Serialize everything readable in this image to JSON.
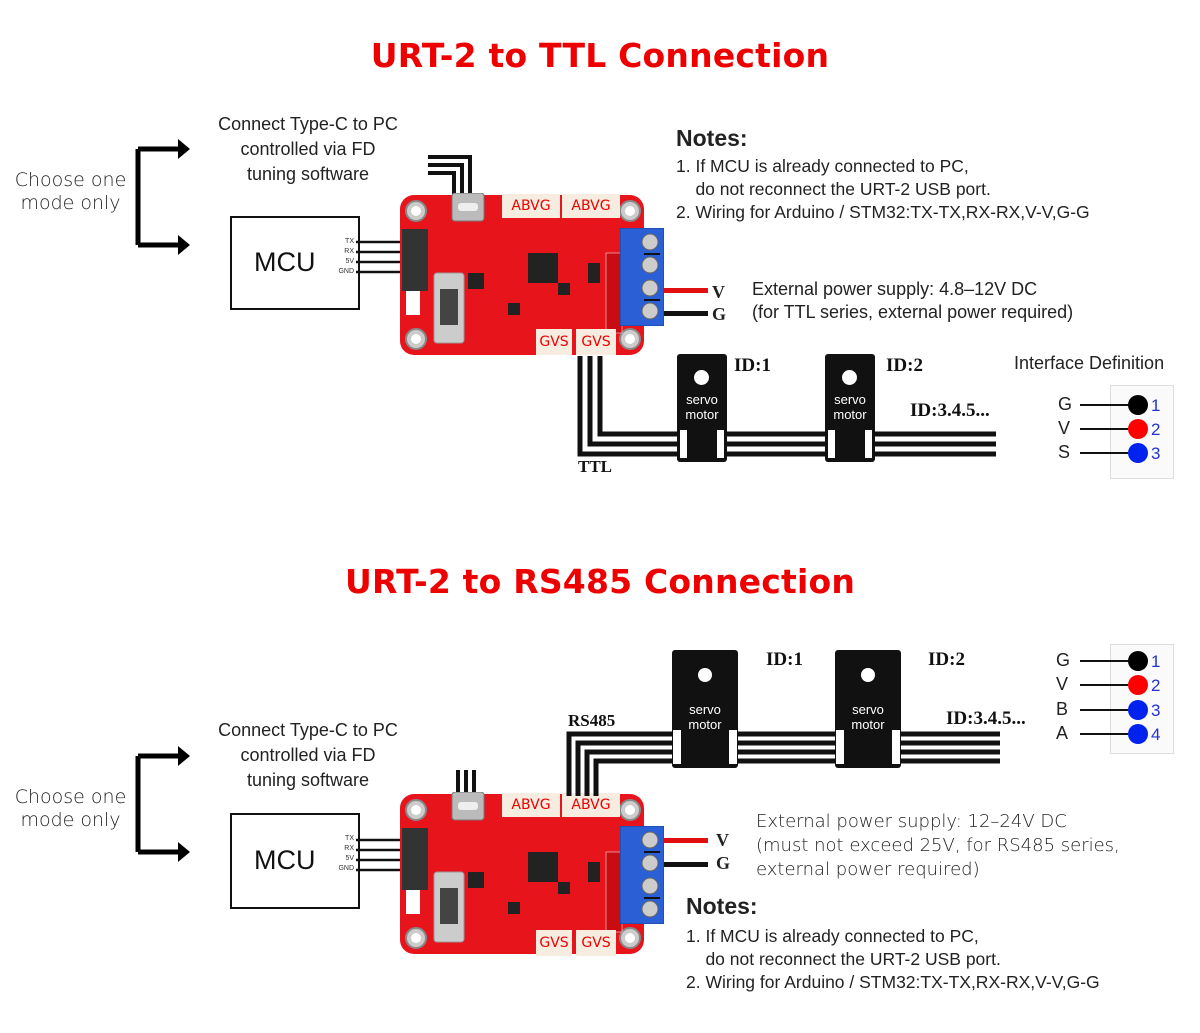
{
  "sections": [
    {
      "id": "ttl",
      "title": "URT-2 to TTL Connection",
      "choose_mode": [
        "Choose one",
        "mode only"
      ],
      "typec_text": [
        "Connect Type-C to PC",
        "controlled via FD",
        "tuning software"
      ],
      "mcu": {
        "label": "MCU",
        "pins": [
          "TX",
          "RX",
          "5V",
          "GND"
        ]
      },
      "board": {
        "name": "URT-2",
        "top_connectors": [
          "ABVG",
          "ABVG"
        ],
        "bottom_connectors": [
          "GVS",
          "GVS"
        ]
      },
      "power_wires": [
        {
          "label": "V",
          "color": "#e01010"
        },
        {
          "label": "G",
          "color": "#111111"
        }
      ],
      "power_text": [
        "External power supply: 4.8–12V DC",
        "(for TTL series, external power required)"
      ],
      "notes": {
        "heading": "Notes:",
        "lines": [
          "1. If MCU is already connected to PC,",
          "    do not reconnect the URT-2 USB port.",
          "2. Wiring for Arduino / STM32:TX-TX,RX-RX,V-V,G-G"
        ]
      },
      "bus_label": "TTL",
      "servos": [
        {
          "label": [
            "servo",
            "motor"
          ],
          "id": "ID:1"
        },
        {
          "label": [
            "servo",
            "motor"
          ],
          "id": "ID:2"
        }
      ],
      "more_ids": "ID:3.4.5...",
      "interface": {
        "title": "Interface Definition",
        "pins": [
          {
            "letter": "G",
            "num": "1",
            "color": "#000000"
          },
          {
            "letter": "V",
            "num": "2",
            "color": "#ff0000"
          },
          {
            "letter": "S",
            "num": "3",
            "color": "#0022ee"
          }
        ]
      }
    },
    {
      "id": "rs485",
      "title": "URT-2 to RS485 Connection",
      "choose_mode": [
        "Choose one",
        "mode only"
      ],
      "typec_text": [
        "Connect Type-C to PC",
        "controlled via FD",
        "tuning software"
      ],
      "mcu": {
        "label": "MCU",
        "pins": [
          "TX",
          "RX",
          "5V",
          "GND"
        ]
      },
      "board": {
        "name": "URT-2",
        "top_connectors": [
          "ABVG",
          "ABVG"
        ],
        "bottom_connectors": [
          "GVS",
          "GVS"
        ]
      },
      "power_wires": [
        {
          "label": "V",
          "color": "#e01010"
        },
        {
          "label": "G",
          "color": "#111111"
        }
      ],
      "power_text": [
        "External power supply: 12–24V DC",
        "(must not exceed 25V, for RS485 series,",
        "external power required)"
      ],
      "notes": {
        "heading": "Notes:",
        "lines": [
          "1. If MCU is already connected to PC,",
          "    do not reconnect the URT-2 USB port.",
          "2. Wiring for Arduino / STM32:TX-TX,RX-RX,V-V,G-G"
        ]
      },
      "bus_label": "RS485",
      "servos": [
        {
          "label": [
            "servo",
            "motor"
          ],
          "id": "ID:1"
        },
        {
          "label": [
            "servo",
            "motor"
          ],
          "id": "ID:2"
        }
      ],
      "more_ids": "ID:3.4.5...",
      "interface": {
        "pins": [
          {
            "letter": "G",
            "num": "1",
            "color": "#000000"
          },
          {
            "letter": "V",
            "num": "2",
            "color": "#ff0000"
          },
          {
            "letter": "B",
            "num": "3",
            "color": "#0022ee"
          },
          {
            "letter": "A",
            "num": "4",
            "color": "#0022ee"
          }
        ]
      }
    }
  ],
  "colors": {
    "title": "#ee0000",
    "board": "#e8141c",
    "terminal": "#2255cc",
    "connector": "#f6ece0"
  }
}
